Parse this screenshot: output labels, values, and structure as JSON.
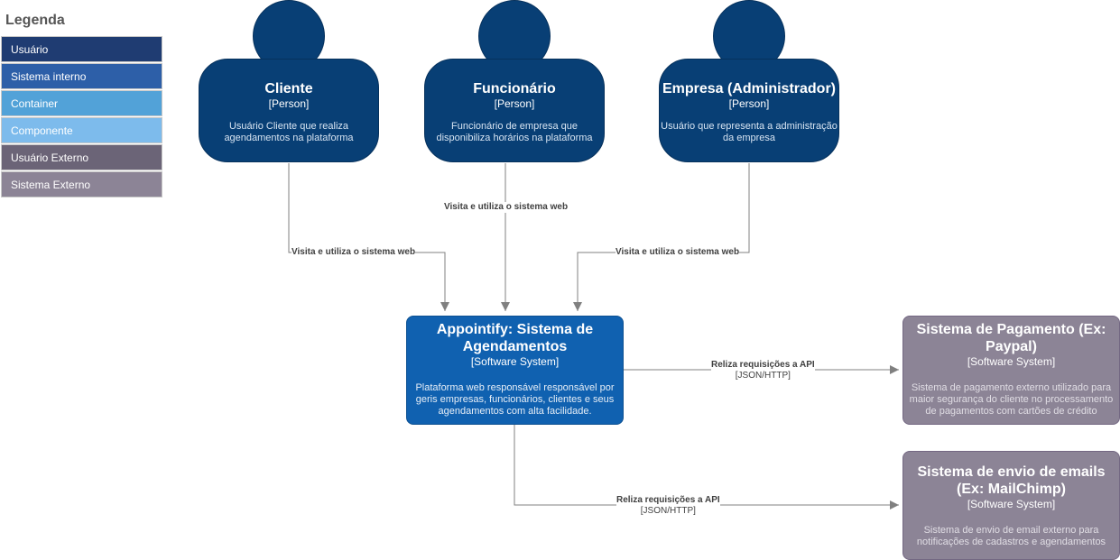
{
  "legend": {
    "title": "Legenda",
    "items": [
      {
        "label": "Usuário",
        "color": "#1f3c72"
      },
      {
        "label": "Sistema interno",
        "color": "#2d5fa8"
      },
      {
        "label": "Container",
        "color": "#52a2d8"
      },
      {
        "label": "Componente",
        "color": "#7dbbec"
      },
      {
        "label": "Usuário Externo",
        "color": "#6b6477"
      },
      {
        "label": "Sistema Externo",
        "color": "#8c8496"
      }
    ]
  },
  "persons": {
    "cliente": {
      "name": "Cliente",
      "type": "[Person]",
      "description": "Usuário Cliente que realiza agendamentos na plataforma"
    },
    "funcionario": {
      "name": "Funcionário",
      "type": "[Person]",
      "description": "Funcionário de empresa que disponibiliza horários na plataforma"
    },
    "empresa": {
      "name": "Empresa (Administrador)",
      "type": "[Person]",
      "description": "Usuário que representa a administração da empresa"
    }
  },
  "systems": {
    "appointify": {
      "name": "Appointify: Sistema de Agendamentos",
      "type": "[Software System]",
      "description": "Plataforma web responsável responsável por geris empresas, funcionários, clientes e seus agendamentos com alta facilidade."
    },
    "pagamento": {
      "name": "Sistema de Pagamento (Ex: Paypal)",
      "type": "[Software System]",
      "description": "Sistema de pagamento externo utilizado para maior segurança do cliente no processamento de pagamentos com cartões de crédito"
    },
    "email": {
      "name": "Sistema de envio de emails (Ex: MailChimp)",
      "type": "[Software System]",
      "description": "Sistema de envio de email externo para notificações de cadastros e agendamentos"
    }
  },
  "relations": {
    "cliente_app": {
      "label": "Visita e utiliza o sistema web"
    },
    "funcionario_app": {
      "label": "Visita e utiliza o sistema web"
    },
    "empresa_app": {
      "label": "Visita e utiliza o sistema web"
    },
    "app_pagamento": {
      "label": "Reliza requisições a API",
      "tech": "[JSON/HTTP]"
    },
    "app_email": {
      "label": "Reliza requisições a API",
      "tech": "[JSON/HTTP]"
    }
  }
}
